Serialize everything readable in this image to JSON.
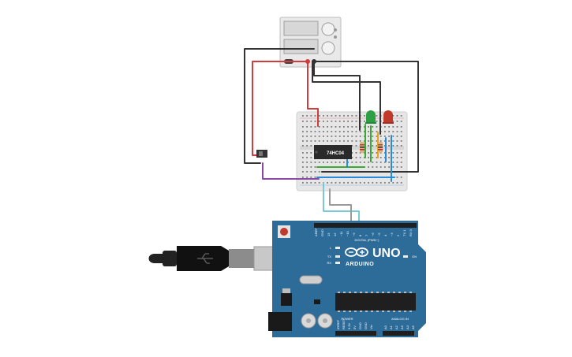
{
  "chip": {
    "label": "74HC04"
  },
  "arduino": {
    "model": "UNO",
    "brand": "ARDUINO",
    "digital_header": "DIGITAL (PWM~)",
    "power_header": "POWER",
    "analog_header": "ANALOG IN",
    "led_l": "L",
    "led_tx": "TX",
    "led_rx": "RX",
    "led_on": "ON",
    "top_pins": [
      "AREF",
      "GND",
      "13",
      "12",
      "~11",
      "~10",
      "~9",
      "8",
      "7",
      "~6",
      "~5",
      "4",
      "~3",
      "2",
      "TX 1",
      "RX 0"
    ],
    "power_pins": [
      "IOREF",
      "RESET",
      "3.3V",
      "5V",
      "GND",
      "GND",
      "Vin"
    ],
    "analog_pins": [
      "A0",
      "A1",
      "A2",
      "A3",
      "A4",
      "A5"
    ]
  },
  "colors": {
    "board": "#2d6b99",
    "breadboard": "#e6e6e6",
    "wire_red": "#d33c3c",
    "wire_black": "#333333",
    "wire_green": "#3aaa35",
    "wire_blue": "#2b8bd6",
    "wire_purple": "#8a4aa8",
    "wire_cyan": "#79c9d8",
    "wire_gray": "#9a9a9a",
    "led_green": "#2ea043",
    "led_red": "#c0392b"
  }
}
